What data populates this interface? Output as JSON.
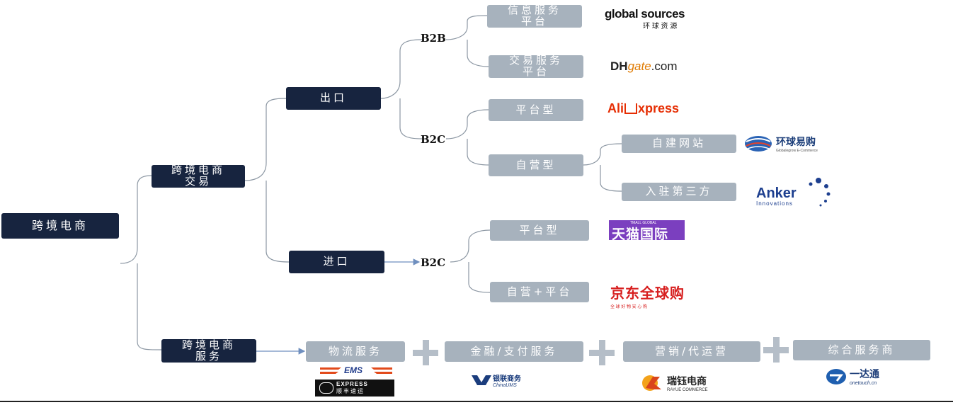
{
  "nodes": {
    "root": "跨境电商",
    "trade": "跨境电商\n交易",
    "service": "跨境电商\n服务",
    "export": "出口",
    "import": "进口",
    "b2b": "B2B",
    "b2c_export": "B2C",
    "b2c_import": "B2C",
    "info_platform": "信息服务\n平台",
    "trade_platform": "交易服务\n平台",
    "platform_type_export": "平台型",
    "self_operated": "自营型",
    "self_built_site": "自建网站",
    "third_party": "入驻第三方",
    "platform_type_import": "平台型",
    "self_plus_platform": "自营+平台",
    "logistics": "物流服务",
    "finance": "金融/支付服务",
    "marketing": "营销/代运营",
    "integrated": "综合服务商"
  },
  "logos": {
    "globalsources_en": "global sources",
    "globalsources_cn": "环 球 资 源",
    "dhgate_dh": "DH",
    "dhgate_gate": "gate",
    "dhgate_com": ".com",
    "aliexpress_ali": "Ali",
    "aliexpress_xpress": "xpress",
    "huanqiu": "环球易购",
    "huanqiu_sub": "Globalegrow E-Commerce",
    "anker": "Anker",
    "anker_sub": "Innovations",
    "tmall": "天猫国际",
    "tmall_sub": "TMALL GLOBAL",
    "jd": "京东全球购",
    "jd_sub": "全 球 好 物 安 心 购",
    "ems": "EMS",
    "sf_en": "EXPRESS",
    "sf_cn": "顺丰速运",
    "unionpay": "银联商务",
    "unionpay_en": "ChinaUMS",
    "rayue": "瑞钰电商",
    "rayue_en": "RAYUE COMMERCE",
    "onetouch": "一达通",
    "onetouch_en": "onetouch.cn"
  },
  "colors": {
    "dark_node": "#17243f",
    "gray_node": "#a7b2bd",
    "line": "#8c97a3",
    "arrow": "#6f8fbf",
    "aliexpress": "#e62e04",
    "tmall": "#7b3fbf",
    "jd": "#d71f1f",
    "dhgate": "#e07a00"
  }
}
